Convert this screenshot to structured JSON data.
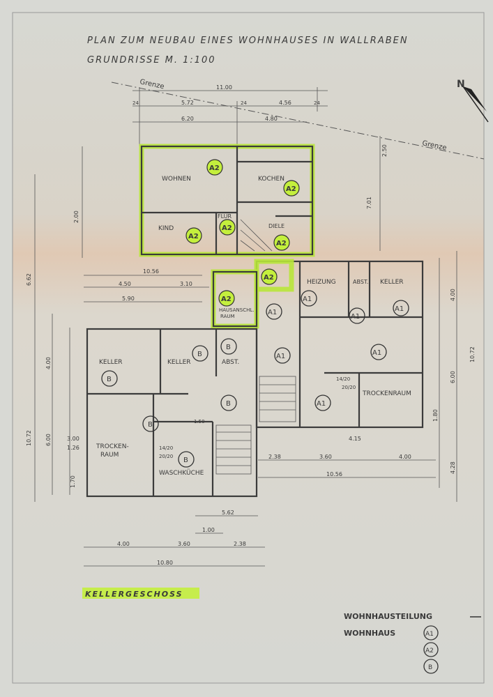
{
  "title_line1": "PLAN ZUM NEUBAU EINES WOHNHAUSES IN WALLRABEN",
  "title_line2": "GRUNDRISSE  M. 1:100",
  "grenze": "Grenze",
  "north_letter": "N",
  "floor_label": "KELLERGESCHOSS",
  "legend": {
    "line1": "WOHNHAUSTEILUNG",
    "line2": "WOHNHAUS",
    "badges": [
      "A1",
      "A2",
      "B"
    ]
  },
  "rooms": {
    "wohnen": "WOHNEN",
    "kochen": "KOCHEN",
    "kind": "KIND",
    "flur": "FLUR",
    "diele": "DIELE",
    "heizung": "HEIZUNG",
    "abst_top": "ABST.",
    "keller_tr": "KELLER",
    "hausanschl": "HAUSANSCHL.",
    "raum": "RAUM",
    "keller_left": "KELLER",
    "keller_mid": "KELLER",
    "abst_mid": "ABST.",
    "trockenraum_right": "TROCKENRAUM",
    "trocken": "TROCKEN-",
    "raum2": "RAUM",
    "waschkueche": "WASCHKÜCHE"
  },
  "badges": {
    "a2": "A2",
    "a1": "A1",
    "b": "B"
  },
  "dims": {
    "top_total": "11.00",
    "top_572": "5.72",
    "top_456": "4.56",
    "top_24": "24",
    "top_620": "6.20",
    "top_480": "4.80",
    "d250": "2.50",
    "d1056": "10.56",
    "d450": "4.50",
    "d310": "3.10",
    "d590": "5.90",
    "d662": "6.62",
    "d1072": "10.72",
    "d1072r": "10.72",
    "d400": "4.00",
    "d600": "6.00",
    "d170": "1.70",
    "d300": "3.00",
    "d126": "1.26",
    "d238": "2.38",
    "d360": "3.60",
    "d1056b": "10.56",
    "d415": "4.15",
    "d150": "1.50",
    "d100": "1.00",
    "d1080": "10.80",
    "d428": "4.28",
    "d180": "1.80",
    "d400r": "4.00",
    "d600r": "6.00",
    "d200": "2.00",
    "d701": "7.01",
    "d562": "5.62",
    "d1420": "14/20",
    "d2020": "20/20"
  }
}
